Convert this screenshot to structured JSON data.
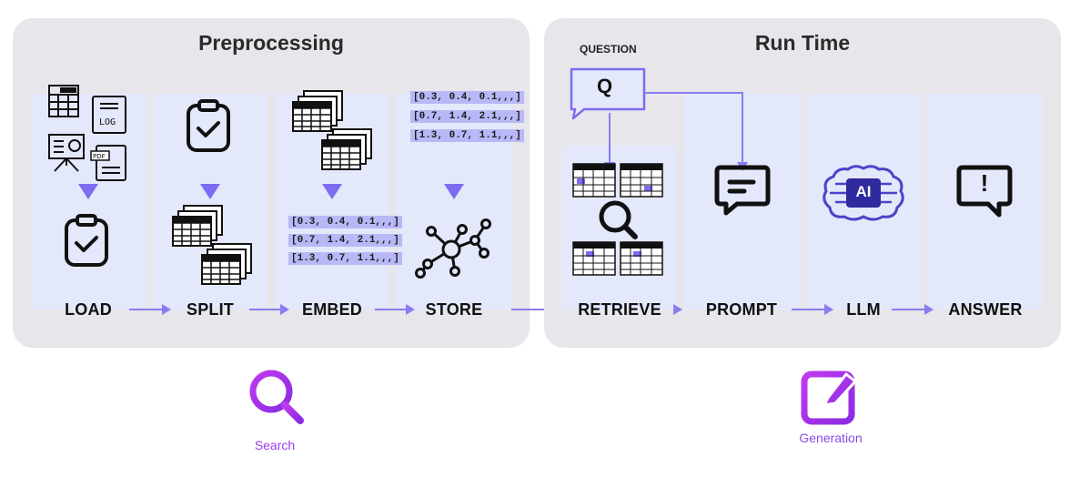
{
  "preprocessing": {
    "title": "Preprocessing",
    "steps": [
      "LOAD",
      "SPLIT",
      "EMBED",
      "STORE"
    ]
  },
  "runtime": {
    "title": "Run Time",
    "question_label": "QUESTION",
    "question_letter": "Q",
    "steps": [
      "RETRIEVE",
      "PROMPT",
      "LLM",
      "ANSWER"
    ]
  },
  "vectors": [
    "[0.3, 0.4, 0.1,,,]",
    "[0.7, 1.4, 2.1,,,]",
    "[1.3, 0.7, 1.1,,,]"
  ],
  "ai_badge": "AI",
  "answer_mark": "!",
  "search": {
    "label": "Search",
    "icon": "magnifier-icon"
  },
  "generation": {
    "label": "Generation",
    "icon": "edit-square-icon"
  },
  "file_icons": {
    "log": "LOG",
    "pdf": "PDF"
  },
  "colors": {
    "accent": "#7b6cf2",
    "search": "#a63cf0",
    "generation": "#8a2be2",
    "column": "#e4e8fb",
    "panel": "#e7e6ea"
  }
}
